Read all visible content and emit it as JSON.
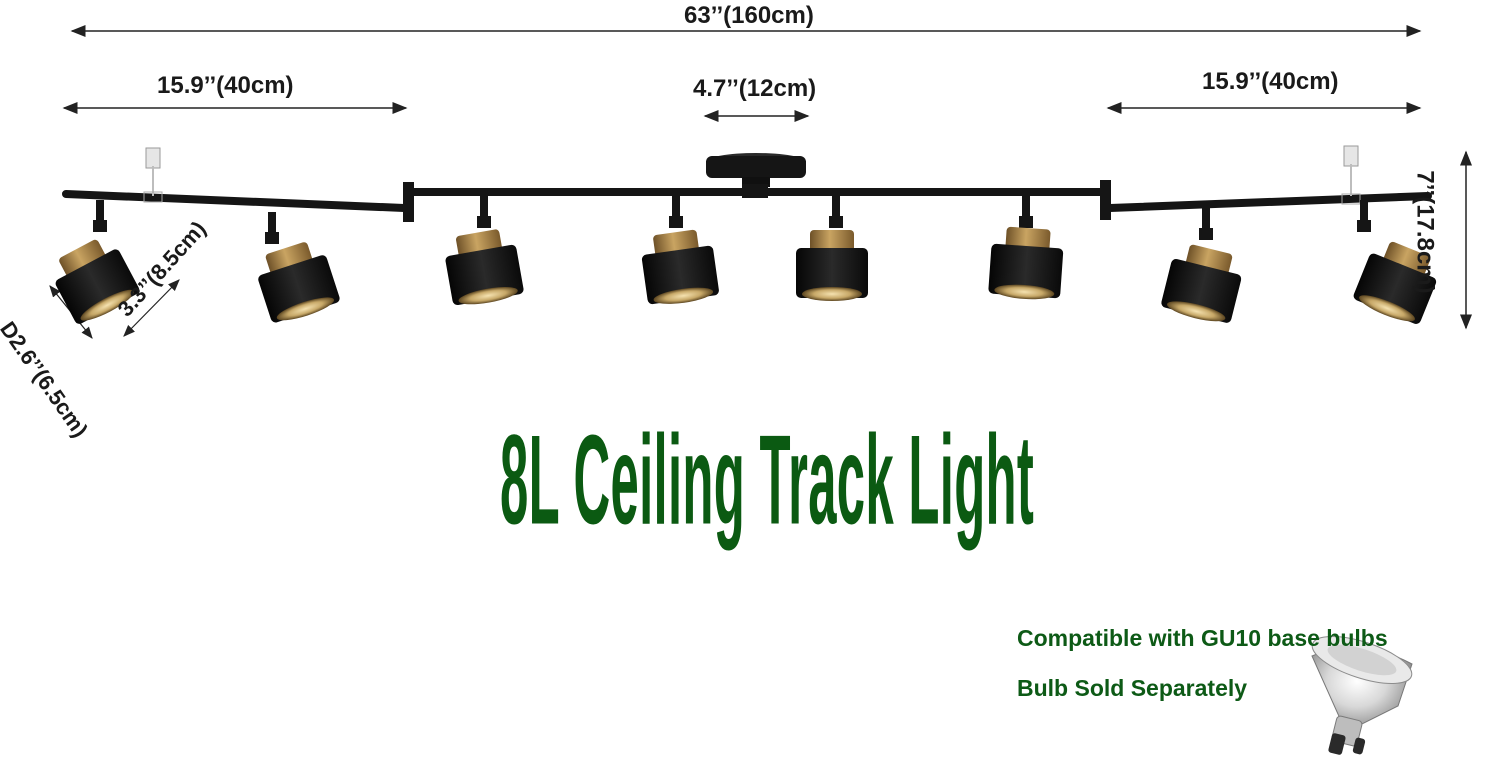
{
  "dimensions": {
    "total_length": "63’’(160cm)",
    "left_arm": "15.9’’(40cm)",
    "right_arm": "15.9’’(40cm)",
    "canopy_width": "4.7’’(12cm)",
    "height": "7’’(17.8cm)",
    "shade_length": "3.3’’(8.5cm)",
    "shade_diameter": "D2.6’’(6.5cm)"
  },
  "title": "8L Ceiling Track Light",
  "notes": {
    "compatibility": "Compatible with GU10 base bulbs",
    "bulb_note": "Bulb Sold Separately"
  },
  "colors": {
    "fixture_black": "#151515",
    "brass": "#b08a4a",
    "title_green": "#0b5a12"
  },
  "spotlight_count": 8
}
